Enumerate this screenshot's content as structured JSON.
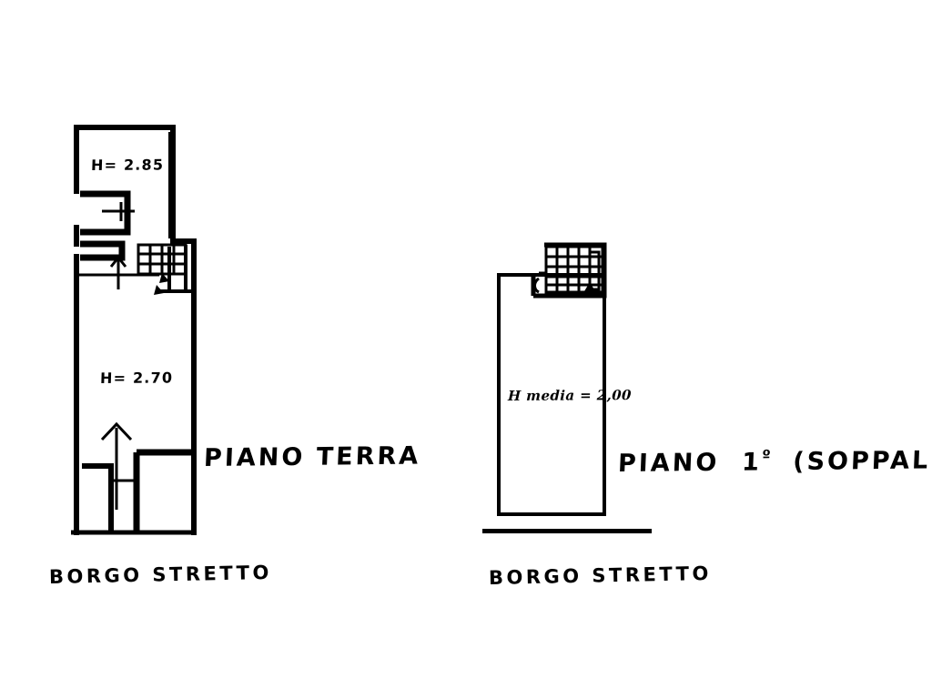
{
  "document": {
    "kind": "architectural-floor-plan",
    "background_color": "#ffffff",
    "ink_color": "#000000",
    "plan_count": 2
  },
  "plans": [
    {
      "id": "ground-floor",
      "title": "PIANO TERRA",
      "street_label": "BORGO STRETTO",
      "annotations": [
        {
          "id": "height-upper-room",
          "text": "H= 2.85",
          "note": "digits overwritten / corrected by hand"
        },
        {
          "id": "height-main-room",
          "text": "H= 2.70"
        }
      ],
      "features": [
        "outer-wall-outline",
        "small-wc-room",
        "staircase-up",
        "direction-arrow",
        "shop-front-openings"
      ]
    },
    {
      "id": "first-floor-mezzanine",
      "title": "PIANO 1º (SOPPAL",
      "title_main": "PIANO",
      "title_ordinal_number": "1",
      "title_ordinal_suffix": "º",
      "title_paren": "(SOPPAL",
      "title_truncated": true,
      "street_label": "BORGO STRETTO",
      "annotations": [
        {
          "id": "height-average",
          "text": "H media = 2,00"
        }
      ],
      "features": [
        "outer-wall-outline",
        "double-run-staircase",
        "street-frontage-line"
      ]
    }
  ],
  "labels": {
    "left_title": "PIANO TERRA",
    "left_street": "BORGO STRETTO",
    "left_height_top": "H= 2.85",
    "left_height_main": "H= 2.70",
    "right_title_main": "PIANO",
    "right_title_num": "1",
    "right_title_sup": "º",
    "right_title_tail": "(SOPPAL",
    "right_street": "BORGO STRETTO",
    "right_height": "H media = 2,00"
  }
}
